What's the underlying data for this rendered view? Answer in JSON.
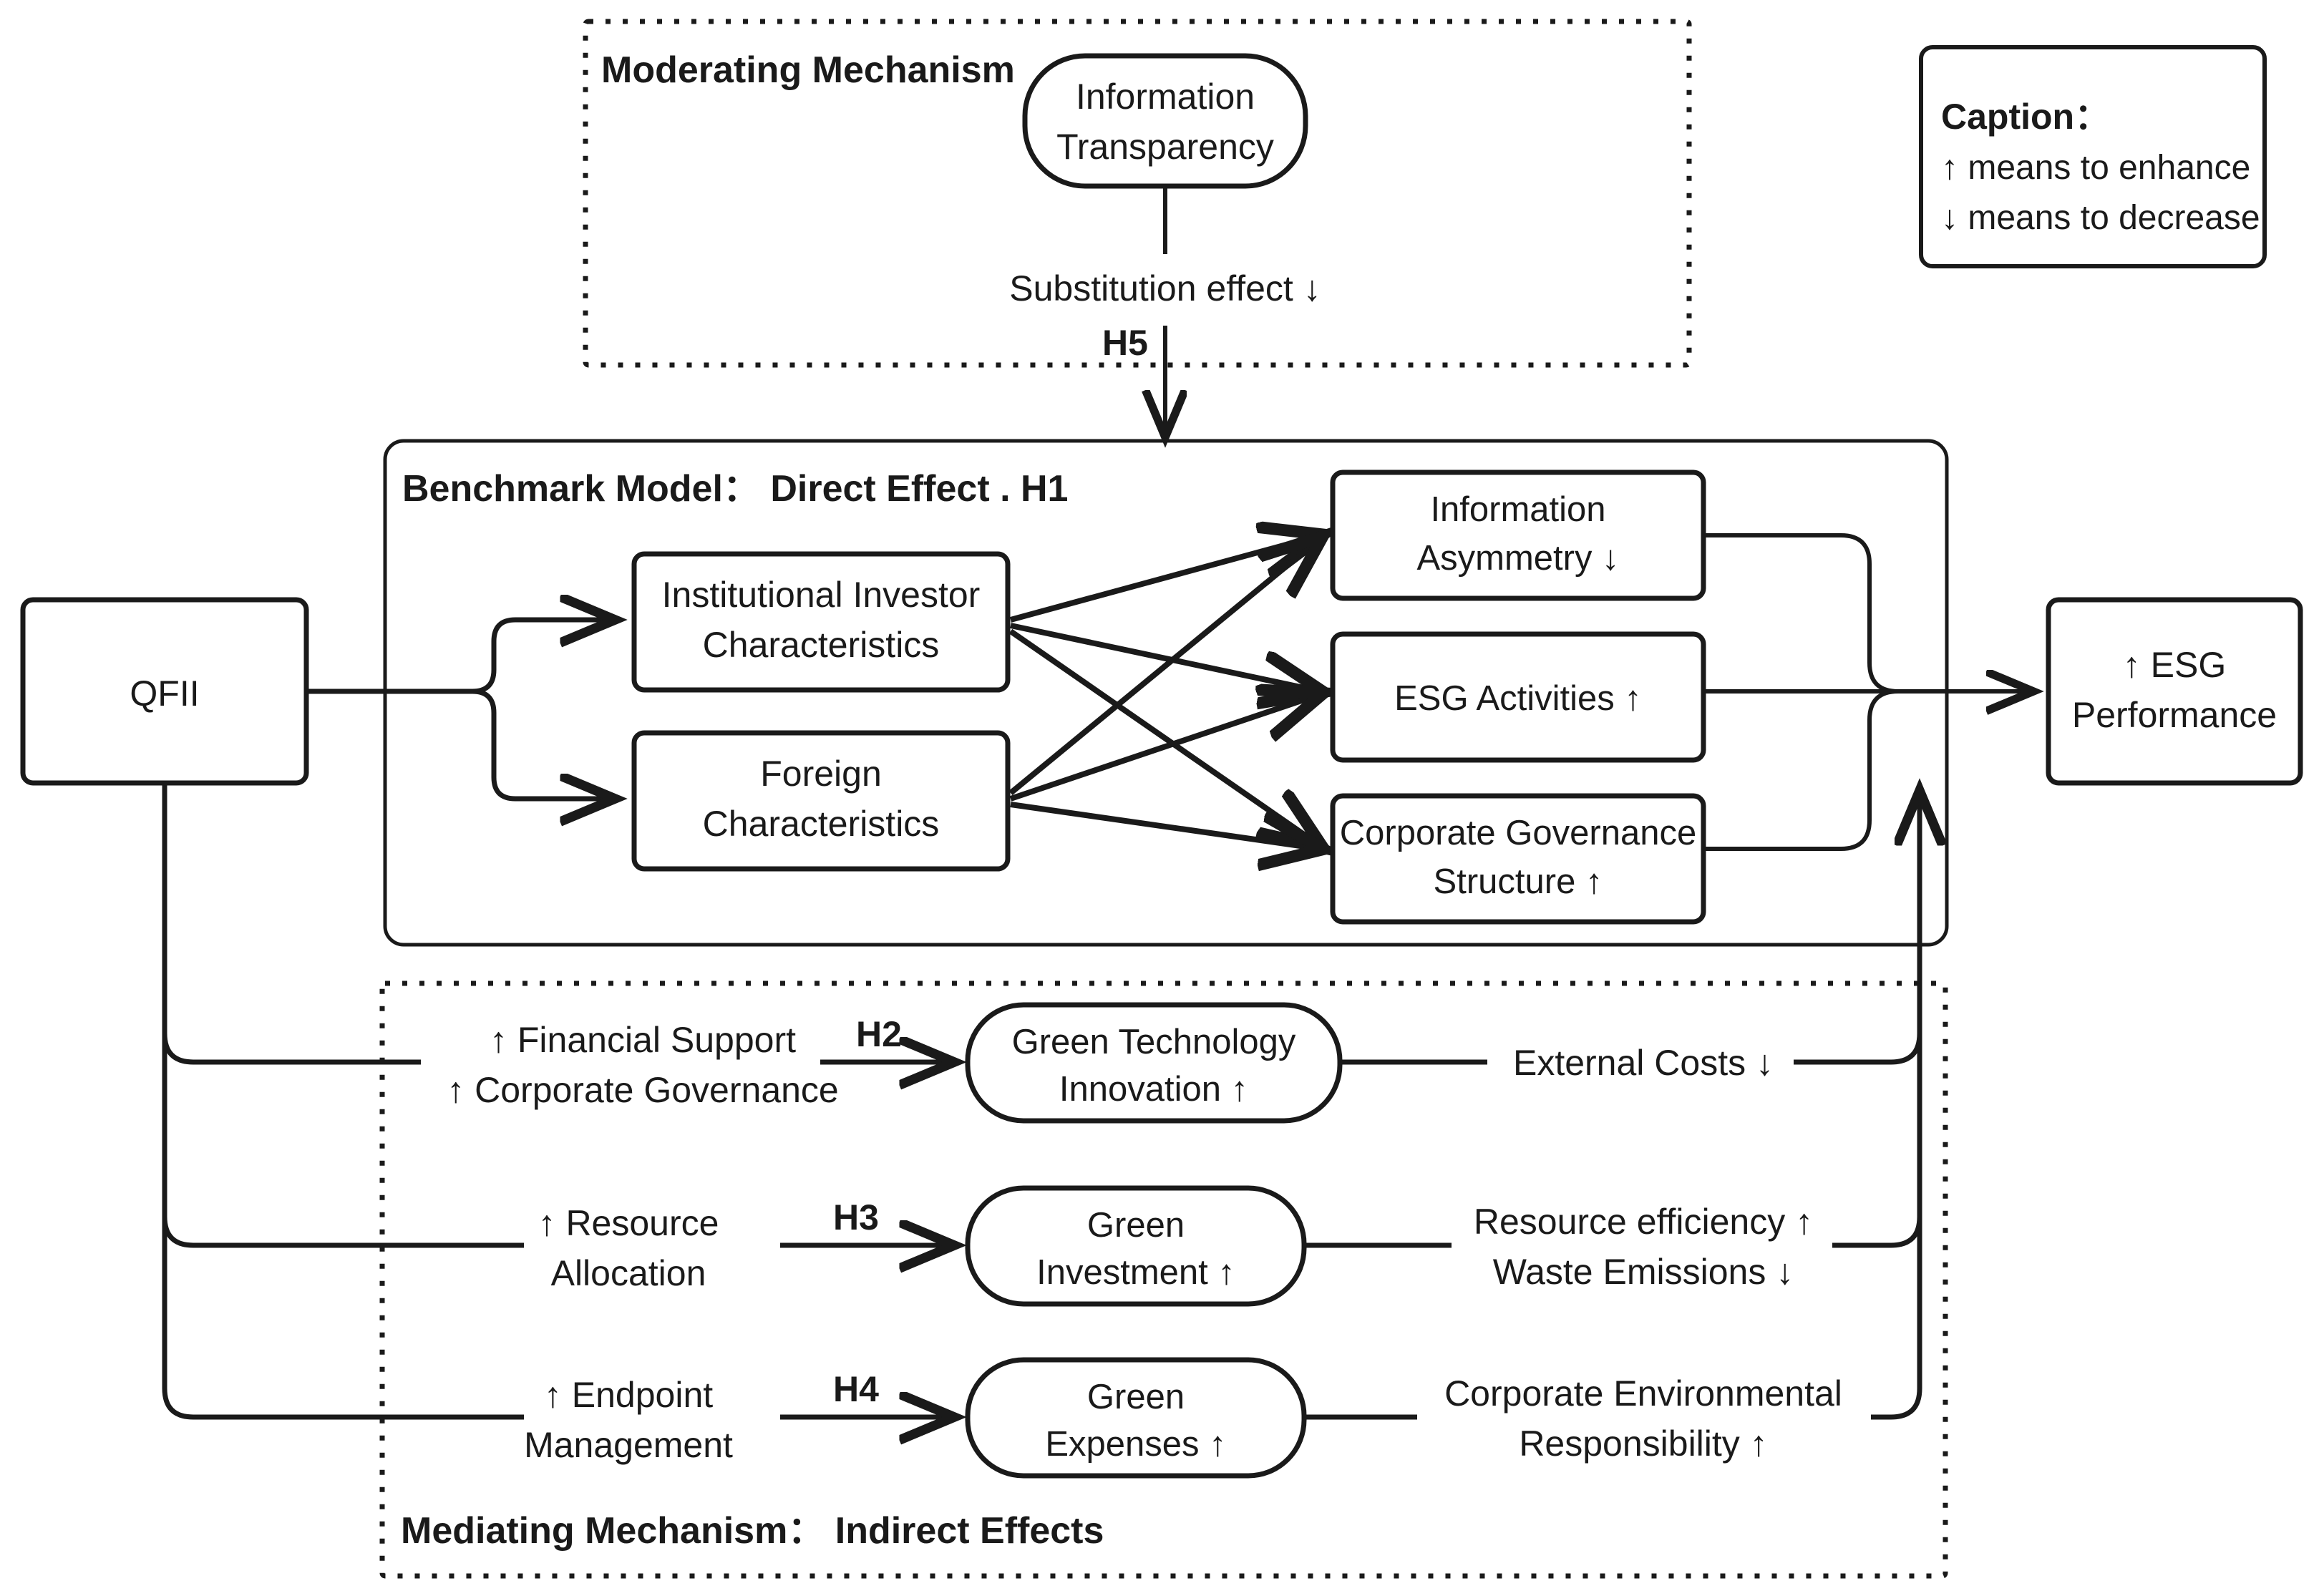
{
  "diagram": {
    "title": "QFII ESG Performance Mechanism Framework",
    "colors": {
      "stroke": "#1a1a1a",
      "fill": "#ffffff",
      "background": "#ffffff"
    }
  },
  "caption_box": {
    "title": "Caption：",
    "lines": [
      "↑ means to enhance",
      "↓ means to decrease"
    ]
  },
  "moderating": {
    "group_label": "Moderating Mechanism",
    "node": {
      "line1": "Information",
      "line2": "Transparency"
    },
    "edge_label": "Substitution effect ↓",
    "hypothesis": "H5"
  },
  "benchmark": {
    "group_label": "Benchmark Model： Direct Effect . H1",
    "source": {
      "label": "QFII"
    },
    "channels": [
      {
        "line1": "Institutional Investor",
        "line2": "Characteristics"
      },
      {
        "line1": "Foreign",
        "line2": "Characteristics"
      }
    ],
    "mediators": [
      {
        "line1": "Information",
        "line2": "Asymmetry ↓"
      },
      {
        "line1": "ESG Activities ↑",
        "line2": ""
      },
      {
        "line1": "Corporate Governance",
        "line2": "Structure ↑"
      }
    ],
    "outcome": {
      "line1": "↑ ESG",
      "line2": "Performance"
    }
  },
  "mediating": {
    "group_label": "Mediating Mechanism：  Indirect Effects",
    "rows": [
      {
        "antecedent_line1": "↑ Financial Support",
        "antecedent_line2": "↑ Corporate Governance",
        "hypothesis": "H2",
        "mediator_line1": "Green Technology",
        "mediator_line2": "Innovation ↑",
        "outcome_line1": "External Costs ↓",
        "outcome_line2": ""
      },
      {
        "antecedent_line1": "↑ Resource",
        "antecedent_line2": "Allocation",
        "hypothesis": "H3",
        "mediator_line1": "Green",
        "mediator_line2": "Investment ↑",
        "outcome_line1": "Resource efficiency ↑",
        "outcome_line2": "Waste Emissions ↓"
      },
      {
        "antecedent_line1": "↑ Endpoint",
        "antecedent_line2": "Management",
        "hypothesis": "H4",
        "mediator_line1": "Green",
        "mediator_line2": "Expenses ↑",
        "outcome_line1": "Corporate Environmental",
        "outcome_line2": "Responsibility ↑"
      }
    ]
  }
}
